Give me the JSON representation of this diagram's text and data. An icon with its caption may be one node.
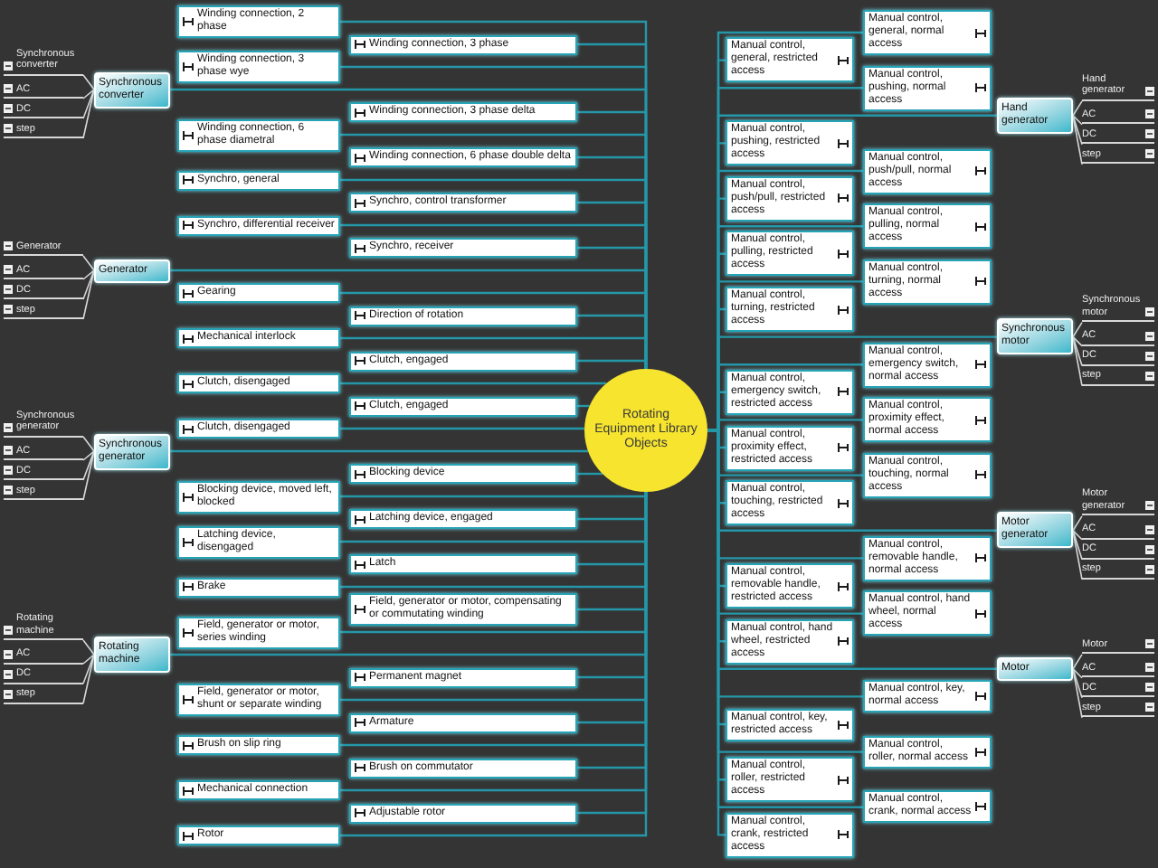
{
  "diagram": {
    "nodes": [
      {
        "text": [
          "Rotating Equipment Library Objects"
        ]
      },
      {
        "text": [
          "Synchronous converter"
        ]
      },
      {
        "text": [
          "Synchronous converter"
        ]
      },
      {
        "text": [
          "AC"
        ]
      },
      {
        "text": [
          "DC"
        ]
      },
      {
        "text": [
          "step"
        ]
      },
      {
        "text": [
          "Generator"
        ]
      },
      {
        "text": [
          "Generator"
        ]
      },
      {
        "text": [
          "AC"
        ]
      },
      {
        "text": [
          "DC"
        ]
      },
      {
        "text": [
          "step"
        ]
      },
      {
        "text": [
          "Synchronous generator"
        ]
      },
      {
        "text": [
          "Synchronous generator"
        ]
      },
      {
        "text": [
          "AC"
        ]
      },
      {
        "text": [
          "DC"
        ]
      },
      {
        "text": [
          "step"
        ]
      },
      {
        "text": [
          "Rotating machine"
        ]
      },
      {
        "text": [
          "Rotating machine"
        ]
      },
      {
        "text": [
          "AC"
        ]
      },
      {
        "text": [
          "DC"
        ]
      },
      {
        "text": [
          "step"
        ]
      },
      {
        "text": [
          "Winding connection, 2 phase"
        ]
      },
      {
        "text": [
          "Winding connection, 3 phase wye"
        ]
      },
      {
        "text": [
          "Winding connection, 6 phase diametral"
        ]
      },
      {
        "text": [
          "Synchro, general"
        ]
      },
      {
        "text": [
          "Synchro, differential receiver"
        ]
      },
      {
        "text": [
          "Gearing"
        ]
      },
      {
        "text": [
          "Mechanical interlock"
        ]
      },
      {
        "text": [
          "Clutch, disengaged"
        ]
      },
      {
        "text": [
          "Clutch, disengaged"
        ]
      },
      {
        "text": [
          "Blocking device, moved left, blocked"
        ]
      },
      {
        "text": [
          "Latching device, disengaged"
        ]
      },
      {
        "text": [
          "Brake"
        ]
      },
      {
        "text": [
          "Field, generator or motor, series winding"
        ]
      },
      {
        "text": [
          "Field, generator or motor, shunt or separate winding"
        ]
      },
      {
        "text": [
          "Brush on slip ring"
        ]
      },
      {
        "text": [
          "Mechanical connection"
        ]
      },
      {
        "text": [
          "Rotor"
        ]
      },
      {
        "text": [
          "Winding connection, 3 phase"
        ]
      },
      {
        "text": [
          "Winding connection, 3 phase delta"
        ]
      },
      {
        "text": [
          "Winding connection, 6 phase double delta"
        ]
      },
      {
        "text": [
          "Synchro, control transformer"
        ]
      },
      {
        "text": [
          "Synchro, receiver"
        ]
      },
      {
        "text": [
          "Direction of rotation"
        ]
      },
      {
        "text": [
          "Clutch, engaged"
        ]
      },
      {
        "text": [
          "Clutch, engaged"
        ]
      },
      {
        "text": [
          "Blocking device"
        ]
      },
      {
        "text": [
          "Latching device, engaged"
        ]
      },
      {
        "text": [
          "Latch"
        ]
      },
      {
        "text": [
          "Field, generator or motor, compensating or commutating winding"
        ]
      },
      {
        "text": [
          "Permanent magnet"
        ]
      },
      {
        "text": [
          "Armature"
        ]
      },
      {
        "text": [
          "Brush on commutator"
        ]
      },
      {
        "text": [
          "Adjustable rotor"
        ]
      },
      {
        "text": [
          "Manual control, general, restricted access"
        ]
      },
      {
        "text": [
          "Manual control, pushing, restricted access"
        ]
      },
      {
        "text": [
          "Manual control, push/pull, restricted access"
        ]
      },
      {
        "text": [
          "Manual control, pulling, restricted access"
        ]
      },
      {
        "text": [
          "Manual control, turning, restricted access"
        ]
      },
      {
        "text": [
          "Manual control, emergency switch, restricted access"
        ]
      },
      {
        "text": [
          "Manual control, proximity effect, restricted access"
        ]
      },
      {
        "text": [
          "Manual control, touching, restricted access"
        ]
      },
      {
        "text": [
          "Manual control, removable handle, restricted access"
        ]
      },
      {
        "text": [
          "Manual control, hand wheel, restricted access"
        ]
      },
      {
        "text": [
          "Manual control, key, restricted access"
        ]
      },
      {
        "text": [
          "Manual control, roller, restricted access"
        ]
      },
      {
        "text": [
          "Manual control, crank, restricted access"
        ]
      },
      {
        "text": [
          "Manual control, general, normal access"
        ]
      },
      {
        "text": [
          "Manual control, pushing, normal access"
        ]
      },
      {
        "text": [
          "Manual control, push/pull, normal access"
        ]
      },
      {
        "text": [
          "Manual control, pulling, normal access"
        ]
      },
      {
        "text": [
          "Manual control, turning, normal access"
        ]
      },
      {
        "text": [
          "Manual control, emergency switch, normal access"
        ]
      },
      {
        "text": [
          "Manual control, proximity effect, normal access"
        ]
      },
      {
        "text": [
          "Manual control, touching, normal access"
        ]
      },
      {
        "text": [
          "Manual control, removable handle, normal access"
        ]
      },
      {
        "text": [
          "Manual control, hand wheel, normal access"
        ]
      },
      {
        "text": [
          "Manual control, key, normal access"
        ]
      },
      {
        "text": [
          "Manual control, roller, normal access"
        ]
      },
      {
        "text": [
          "Manual control, crank, normal access"
        ]
      },
      {
        "text": [
          "Hand generator"
        ]
      },
      {
        "text": [
          "Hand generator"
        ]
      },
      {
        "text": [
          "AC"
        ]
      },
      {
        "text": [
          "DC"
        ]
      },
      {
        "text": [
          "step"
        ]
      },
      {
        "text": [
          "Synchronous motor"
        ]
      },
      {
        "text": [
          "Synchronous motor"
        ]
      },
      {
        "text": [
          "AC"
        ]
      },
      {
        "text": [
          "DC"
        ]
      },
      {
        "text": [
          "step"
        ]
      },
      {
        "text": [
          "Motor generator"
        ]
      },
      {
        "text": [
          "Motor generator"
        ]
      },
      {
        "text": [
          "AC"
        ]
      },
      {
        "text": [
          "DC"
        ]
      },
      {
        "text": [
          "step"
        ]
      },
      {
        "text": [
          "Motor"
        ]
      },
      {
        "text": [
          "Motor"
        ]
      },
      {
        "text": [
          "AC"
        ]
      },
      {
        "text": [
          "DC"
        ]
      },
      {
        "text": [
          "step"
        ]
      }
    ],
    "edges": [
      {
        "from": 0,
        "to": 1,
        "arrow": "none"
      },
      {
        "from": 0,
        "to": 6,
        "arrow": "none"
      },
      {
        "from": 0,
        "to": 11,
        "arrow": "none"
      },
      {
        "from": 0,
        "to": 16,
        "arrow": "none"
      },
      {
        "from": 0,
        "to": 21,
        "arrow": "none"
      },
      {
        "from": 0,
        "to": 22,
        "arrow": "none"
      },
      {
        "from": 0,
        "to": 23,
        "arrow": "none"
      },
      {
        "from": 0,
        "to": 24,
        "arrow": "none"
      },
      {
        "from": 0,
        "to": 25,
        "arrow": "none"
      },
      {
        "from": 0,
        "to": 26,
        "arrow": "none"
      },
      {
        "from": 0,
        "to": 27,
        "arrow": "none"
      },
      {
        "from": 0,
        "to": 28,
        "arrow": "none"
      },
      {
        "from": 0,
        "to": 29,
        "arrow": "none"
      },
      {
        "from": 0,
        "to": 30,
        "arrow": "none"
      },
      {
        "from": 0,
        "to": 31,
        "arrow": "none"
      },
      {
        "from": 0,
        "to": 32,
        "arrow": "none"
      },
      {
        "from": 0,
        "to": 33,
        "arrow": "none"
      },
      {
        "from": 0,
        "to": 34,
        "arrow": "none"
      },
      {
        "from": 0,
        "to": 35,
        "arrow": "none"
      },
      {
        "from": 0,
        "to": 36,
        "arrow": "none"
      },
      {
        "from": 0,
        "to": 37,
        "arrow": "none"
      },
      {
        "from": 0,
        "to": 38,
        "arrow": "none"
      },
      {
        "from": 0,
        "to": 39,
        "arrow": "none"
      },
      {
        "from": 0,
        "to": 40,
        "arrow": "none"
      },
      {
        "from": 0,
        "to": 41,
        "arrow": "none"
      },
      {
        "from": 0,
        "to": 42,
        "arrow": "none"
      },
      {
        "from": 0,
        "to": 43,
        "arrow": "none"
      },
      {
        "from": 0,
        "to": 44,
        "arrow": "none"
      },
      {
        "from": 0,
        "to": 45,
        "arrow": "none"
      },
      {
        "from": 0,
        "to": 46,
        "arrow": "none"
      },
      {
        "from": 0,
        "to": 47,
        "arrow": "none"
      },
      {
        "from": 0,
        "to": 48,
        "arrow": "none"
      },
      {
        "from": 0,
        "to": 49,
        "arrow": "none"
      },
      {
        "from": 0,
        "to": 50,
        "arrow": "none"
      },
      {
        "from": 0,
        "to": 51,
        "arrow": "none"
      },
      {
        "from": 0,
        "to": 52,
        "arrow": "none"
      },
      {
        "from": 0,
        "to": 53,
        "arrow": "none"
      },
      {
        "from": 0,
        "to": 54,
        "arrow": "none"
      },
      {
        "from": 0,
        "to": 55,
        "arrow": "none"
      },
      {
        "from": 0,
        "to": 56,
        "arrow": "none"
      },
      {
        "from": 0,
        "to": 57,
        "arrow": "none"
      },
      {
        "from": 0,
        "to": 58,
        "arrow": "none"
      },
      {
        "from": 0,
        "to": 59,
        "arrow": "none"
      },
      {
        "from": 0,
        "to": 60,
        "arrow": "none"
      },
      {
        "from": 0,
        "to": 61,
        "arrow": "none"
      },
      {
        "from": 0,
        "to": 62,
        "arrow": "none"
      },
      {
        "from": 0,
        "to": 63,
        "arrow": "none"
      },
      {
        "from": 0,
        "to": 64,
        "arrow": "none"
      },
      {
        "from": 0,
        "to": 65,
        "arrow": "none"
      },
      {
        "from": 0,
        "to": 66,
        "arrow": "none"
      },
      {
        "from": 0,
        "to": 67,
        "arrow": "none"
      },
      {
        "from": 0,
        "to": 68,
        "arrow": "none"
      },
      {
        "from": 0,
        "to": 69,
        "arrow": "none"
      },
      {
        "from": 0,
        "to": 70,
        "arrow": "none"
      },
      {
        "from": 0,
        "to": 71,
        "arrow": "none"
      },
      {
        "from": 0,
        "to": 72,
        "arrow": "none"
      },
      {
        "from": 0,
        "to": 73,
        "arrow": "none"
      },
      {
        "from": 0,
        "to": 74,
        "arrow": "none"
      },
      {
        "from": 0,
        "to": 75,
        "arrow": "none"
      },
      {
        "from": 0,
        "to": 76,
        "arrow": "none"
      },
      {
        "from": 0,
        "to": 77,
        "arrow": "none"
      },
      {
        "from": 0,
        "to": 78,
        "arrow": "none"
      },
      {
        "from": 0,
        "to": 79,
        "arrow": "none"
      },
      {
        "from": 0,
        "to": 80,
        "arrow": "none"
      },
      {
        "from": 0,
        "to": 85,
        "arrow": "none"
      },
      {
        "from": 0,
        "to": 90,
        "arrow": "none"
      },
      {
        "from": 0,
        "to": 95,
        "arrow": "none"
      },
      {
        "from": 1,
        "to": 2,
        "arrow": "none",
        "color": "#d8d8d8"
      },
      {
        "from": 1,
        "to": 3,
        "arrow": "none",
        "color": "#d8d8d8"
      },
      {
        "from": 1,
        "to": 4,
        "arrow": "none",
        "color": "#d8d8d8"
      },
      {
        "from": 1,
        "to": 5,
        "arrow": "none",
        "color": "#d8d8d8"
      },
      {
        "from": 6,
        "to": 7,
        "arrow": "none",
        "color": "#d8d8d8"
      },
      {
        "from": 6,
        "to": 8,
        "arrow": "none",
        "color": "#d8d8d8"
      },
      {
        "from": 6,
        "to": 9,
        "arrow": "none",
        "color": "#d8d8d8"
      },
      {
        "from": 6,
        "to": 10,
        "arrow": "none",
        "color": "#d8d8d8"
      },
      {
        "from": 11,
        "to": 12,
        "arrow": "none",
        "color": "#d8d8d8"
      },
      {
        "from": 11,
        "to": 13,
        "arrow": "none",
        "color": "#d8d8d8"
      },
      {
        "from": 11,
        "to": 14,
        "arrow": "none",
        "color": "#d8d8d8"
      },
      {
        "from": 11,
        "to": 15,
        "arrow": "none",
        "color": "#d8d8d8"
      },
      {
        "from": 16,
        "to": 17,
        "arrow": "none",
        "color": "#d8d8d8"
      },
      {
        "from": 16,
        "to": 18,
        "arrow": "none",
        "color": "#d8d8d8"
      },
      {
        "from": 16,
        "to": 19,
        "arrow": "none",
        "color": "#d8d8d8"
      },
      {
        "from": 16,
        "to": 20,
        "arrow": "none",
        "color": "#d8d8d8"
      },
      {
        "from": 80,
        "to": 81,
        "arrow": "none",
        "color": "#d8d8d8"
      },
      {
        "from": 80,
        "to": 82,
        "arrow": "none",
        "color": "#d8d8d8"
      },
      {
        "from": 80,
        "to": 83,
        "arrow": "none",
        "color": "#d8d8d8"
      },
      {
        "from": 80,
        "to": 84,
        "arrow": "none",
        "color": "#d8d8d8"
      },
      {
        "from": 85,
        "to": 86,
        "arrow": "none",
        "color": "#d8d8d8"
      },
      {
        "from": 85,
        "to": 87,
        "arrow": "none",
        "color": "#d8d8d8"
      },
      {
        "from": 85,
        "to": 88,
        "arrow": "none",
        "color": "#d8d8d8"
      },
      {
        "from": 85,
        "to": 89,
        "arrow": "none",
        "color": "#d8d8d8"
      },
      {
        "from": 90,
        "to": 91,
        "arrow": "none",
        "color": "#d8d8d8"
      },
      {
        "from": 90,
        "to": 92,
        "arrow": "none",
        "color": "#d8d8d8"
      },
      {
        "from": 90,
        "to": 93,
        "arrow": "none",
        "color": "#d8d8d8"
      },
      {
        "from": 90,
        "to": 94,
        "arrow": "none",
        "color": "#d8d8d8"
      },
      {
        "from": 95,
        "to": 96,
        "arrow": "none",
        "color": "#d8d8d8"
      },
      {
        "from": 95,
        "to": 97,
        "arrow": "none",
        "color": "#d8d8d8"
      },
      {
        "from": 95,
        "to": 98,
        "arrow": "none",
        "color": "#d8d8d8"
      },
      {
        "from": 95,
        "to": 99,
        "arrow": "none",
        "color": "#d8d8d8"
      }
    ]
  }
}
